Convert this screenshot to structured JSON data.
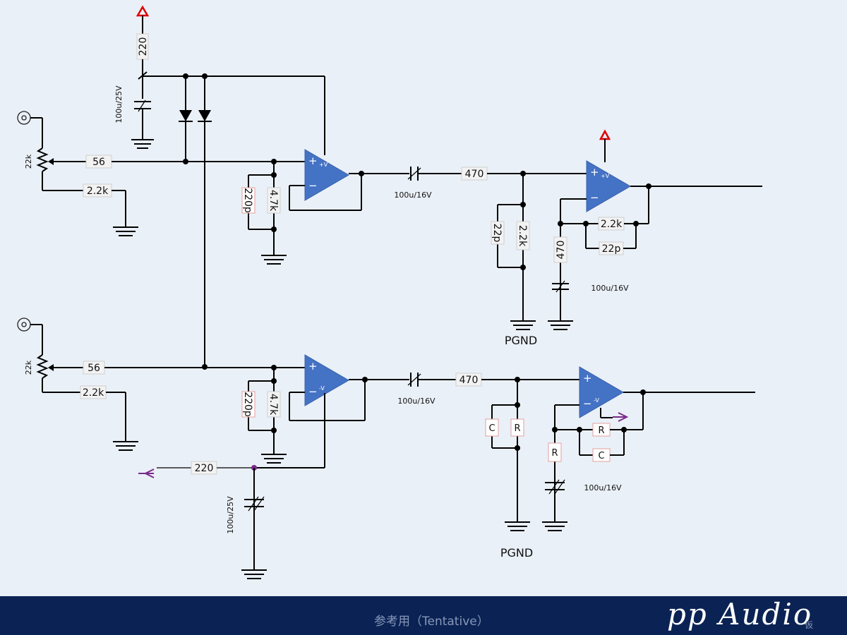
{
  "top": {
    "vplus_resistor": "220",
    "decoupling_cap": "100u/25V",
    "volume_pot": "22k",
    "input_series": "56",
    "pot_to_ground": "2.2k",
    "stage1_cap": "220p",
    "stage1_resistor": "4.7k",
    "coupling_cap": "100u/16V",
    "series_resistor": "470",
    "shunt_cap": "22p",
    "shunt_resistor": "2.2k",
    "feedback_resistor": "2.2k",
    "feedback_cap": "22p",
    "gain_resistor": "470",
    "gain_cap": "100u/16V",
    "ground_label": "PGND"
  },
  "bottom": {
    "volume_pot": "22k",
    "input_series": "56",
    "pot_to_ground": "2.2k",
    "stage1_cap": "220p",
    "stage1_resistor": "4.7k",
    "coupling_cap": "100u/16V",
    "series_resistor": "470",
    "shunt_cap": "C",
    "shunt_resistor": "R",
    "feedback_resistor": "R",
    "feedback_cap": "C",
    "gain_resistor": "R",
    "gain_cap": "100u/16V",
    "vminus_resistor": "220",
    "decoupling_cap": "100u/25V",
    "ground_label": "PGND"
  },
  "opamp_labels": {
    "plus": "+",
    "minus": "−",
    "vplus": "+V",
    "vminus": "-V"
  },
  "footer": {
    "note": "参考用（Tentative）",
    "brand": "pp Audio",
    "brand_suffix": "仮"
  },
  "colors": {
    "opamp": "#4472c4",
    "supply_positive": "#dd0000",
    "supply_negative": "#7a2a8c",
    "footer_bg": "#0b2354"
  }
}
